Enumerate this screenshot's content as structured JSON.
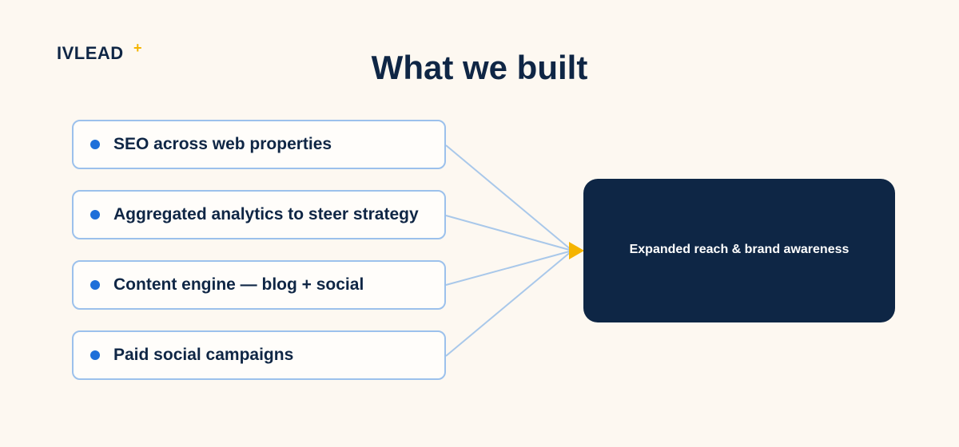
{
  "brand": {
    "name": "IVLEAD",
    "mark": "+"
  },
  "title": "What we built",
  "inputs": [
    {
      "label": "SEO across web properties"
    },
    {
      "label": "Aggregated analytics to steer strategy"
    },
    {
      "label": "Content engine — blog + social"
    },
    {
      "label": "Paid social campaigns"
    }
  ],
  "outcome": {
    "label": "Expanded reach & brand awareness"
  },
  "colors": {
    "background": "#fdf8f1",
    "navy": "#0e2645",
    "item_border": "#9cc1ec",
    "bullet": "#1e6fd9",
    "connector": "#a9c8ea",
    "arrow": "#f5b400",
    "outcome_text": "#ffffff"
  }
}
